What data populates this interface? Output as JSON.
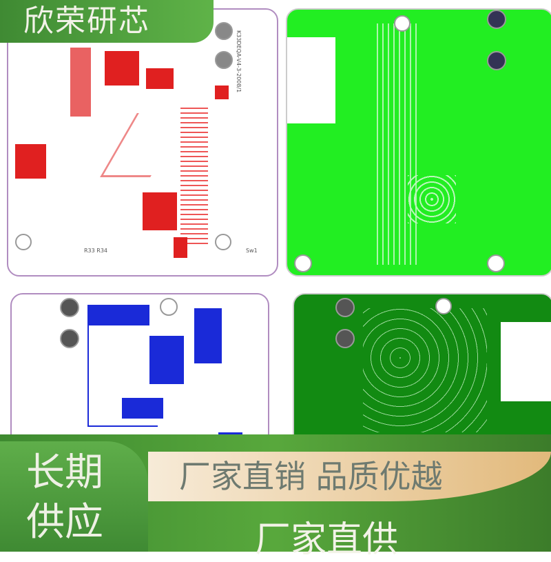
{
  "brand": {
    "name": "欣荣研芯"
  },
  "boards": [
    {
      "name": "top-left",
      "color": "#e02020",
      "substrate": "#ffffff",
      "labels": [
        "K33DEQA-V4-3-2008/1",
        "R33 R34",
        "Sw1"
      ]
    },
    {
      "name": "top-right",
      "color": "#ffffff",
      "substrate": "#22ee22"
    },
    {
      "name": "bottom-left",
      "color": "#1a2ad8",
      "substrate": "#ffffff"
    },
    {
      "name": "bottom-right",
      "color": "#ffffff",
      "substrate": "#128a12"
    }
  ],
  "banner": {
    "left_line1": "长期",
    "left_line2": "供应",
    "ribbon": "厂家直销  品质优越",
    "slogan": "厂家直供"
  }
}
